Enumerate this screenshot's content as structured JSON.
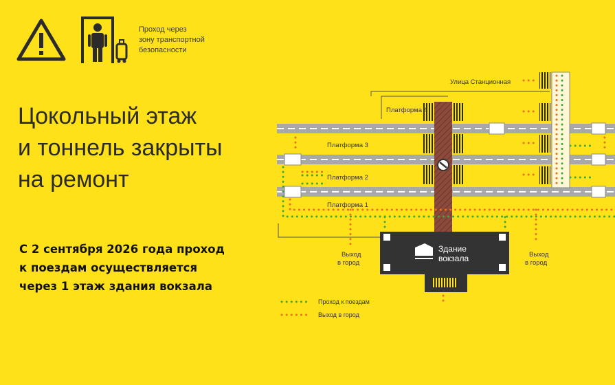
{
  "notice_header": {
    "security_label_lines": [
      "Проход через",
      "зону транспортной",
      "безопасности"
    ]
  },
  "headline": {
    "lines": [
      "Цокольный этаж",
      "и тоннель закрыты",
      "на ремонт"
    ]
  },
  "announcement": {
    "lines": [
      "С 2 сентября  2026 года проход",
      "к поездам осуществляется",
      "через 1 этаж здания вокзала"
    ]
  },
  "scheme": {
    "street_label": "Улица Станционная",
    "platforms": [
      "Платформа 4",
      "Платформа 3",
      "Платформа 2",
      "Платформа 1"
    ],
    "station_label_lines": [
      "Здание",
      "вокзала"
    ],
    "exit_left_lines": [
      "Выход",
      "в город"
    ],
    "exit_right_lines": [
      "Выход",
      "в город"
    ],
    "legend": [
      {
        "label": "Проход к поездам",
        "color": "#3DAA35"
      },
      {
        "label": "Выход в город",
        "color": "#E8731A"
      }
    ]
  },
  "colors": {
    "background": "#FFE11A",
    "rail": "#9E9E9E",
    "tunnel": "#8B4A3C",
    "station": "#333333",
    "green_path": "#3DAA35",
    "orange_path": "#E8731A"
  }
}
